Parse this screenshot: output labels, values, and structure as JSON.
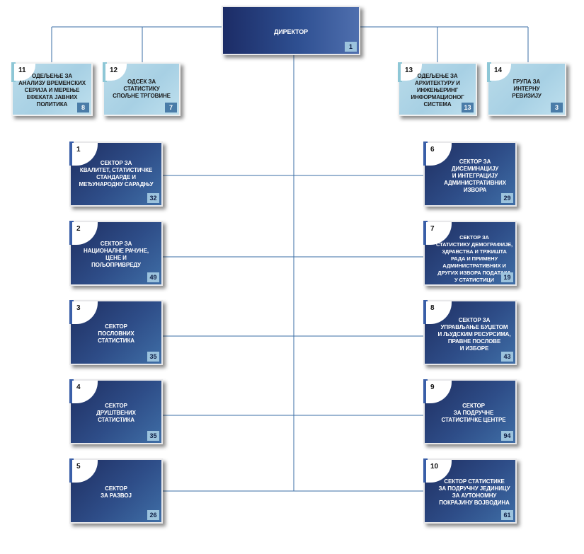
{
  "director": {
    "label": "ДИРЕКТОР",
    "count": "1"
  },
  "top_units": [
    {
      "number": "11",
      "lines": [
        "ОДЕЉЕЊЕ ЗА",
        "АНАЛИЗУ ВРЕМЕНСКИХ",
        "СЕРИЈА И МЕРЕЊЕ",
        "ЕФЕКАТА ЈАВНИХ",
        "ПОЛИТИКА"
      ],
      "count": "8"
    },
    {
      "number": "12",
      "lines": [
        "ОДСЕК ЗА",
        "СТАТИСТИКУ",
        "СПОЉНЕ ТРГОВИНЕ"
      ],
      "count": "7"
    },
    {
      "number": "13",
      "lines": [
        "ОДЕЉЕЊЕ ЗА",
        "АРХИТЕКТУРУ И",
        "ИНЖЕЊЕРИНГ",
        "ИНФОРМАЦИОНОГ",
        "СИСТЕМА"
      ],
      "count": "13"
    },
    {
      "number": "14",
      "lines": [
        "ГРУПА ЗА",
        "ИНТЕРНУ",
        "РЕВИЗИЈУ"
      ],
      "count": "3"
    }
  ],
  "left_sectors": [
    {
      "number": "1",
      "lines": [
        "СЕКТОР ЗА",
        "КВАЛИТЕТ, СТАТИСТИЧКЕ",
        "СТАНДАРДЕ И",
        "МЕЂУНАРОДНУ САРАДЊУ"
      ],
      "count": "32"
    },
    {
      "number": "2",
      "lines": [
        "СЕКТОР ЗА",
        "НАЦИОНАЛНЕ РАЧУНЕ,",
        "ЦЕНЕ И",
        "ПОЉОПРИВРЕДУ"
      ],
      "count": "49"
    },
    {
      "number": "3",
      "lines": [
        "СЕКТОР",
        "ПОСЛОВНИХ",
        "СТАТИСТИКА"
      ],
      "count": "35"
    },
    {
      "number": "4",
      "lines": [
        "СЕКТОР",
        "ДРУШТВЕНИХ",
        "СТАТИСТИКА"
      ],
      "count": "35"
    },
    {
      "number": "5",
      "lines": [
        "СЕКТОР",
        "ЗА РАЗВОЈ"
      ],
      "count": "26"
    }
  ],
  "right_sectors": [
    {
      "number": "6",
      "lines": [
        "СЕКТОР ЗА",
        "ДИСЕМИНАЦИЈУ",
        "И ИНТЕГРАЦИЈУ",
        "АДМИНИСТРАТИВНИХ",
        "ИЗВОРА"
      ],
      "count": "29"
    },
    {
      "number": "7",
      "lines": [
        "СЕКТОР ЗА",
        "СТАТИСТИКУ ДЕМОГРАФИЈЕ,",
        "ЗДРАВСТВА И ТРЖИШТА",
        "РАДА И ПРИМЕНУ",
        "АДМИНИСТРАТИВНИХ И",
        "ДРУГИХ ИЗВОРА ПОДАТАКА",
        "У СТАТИСТИЦИ"
      ],
      "count": "19"
    },
    {
      "number": "8",
      "lines": [
        "СЕКТОР ЗА",
        "УПРАВЉАЊЕ БУЏЕТОМ",
        "И ЉУДСКИМ РЕСУРСИМА,",
        "ПРАВНЕ ПОСЛОВЕ",
        "И ИЗБОРЕ"
      ],
      "count": "43"
    },
    {
      "number": "9",
      "lines": [
        "СЕКТОР",
        "ЗА ПОДРУЧНЕ",
        "СТАТИСТИЧКЕ ЦЕНТРЕ"
      ],
      "count": "94"
    },
    {
      "number": "10",
      "lines": [
        "СЕКТОР СТАТИСТИКЕ",
        "ЗА ПОДРУЧНУ ЈЕДИНИЦУ",
        "ЗА АУТОНОМНУ",
        "ПОКРАЈИНУ ВОЈВОДИНА"
      ],
      "count": "61"
    }
  ],
  "colors": {
    "line": "#3a6ea5",
    "sector_dark": "#24386e",
    "unit_light": "#aed4e6"
  }
}
